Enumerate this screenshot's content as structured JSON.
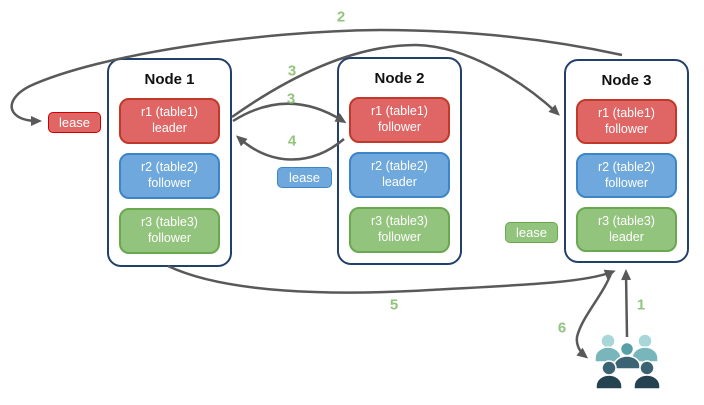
{
  "nodes": [
    {
      "title": "Node 1",
      "replicas": [
        {
          "name": "r1 (table1)",
          "role": "leader"
        },
        {
          "name": "r2 (table2)",
          "role": "follower"
        },
        {
          "name": "r3 (table3)",
          "role": "follower"
        }
      ]
    },
    {
      "title": "Node 2",
      "replicas": [
        {
          "name": "r1 (table1)",
          "role": "follower"
        },
        {
          "name": "r2 (table2)",
          "role": "leader"
        },
        {
          "name": "r3 (table3)",
          "role": "follower"
        }
      ]
    },
    {
      "title": "Node 3",
      "replicas": [
        {
          "name": "r1 (table1)",
          "role": "follower"
        },
        {
          "name": "r2 (table2)",
          "role": "follower"
        },
        {
          "name": "r3 (table3)",
          "role": "leader"
        }
      ]
    }
  ],
  "leases": [
    {
      "label": "lease",
      "replica": "r1"
    },
    {
      "label": "lease",
      "replica": "r2"
    },
    {
      "label": "lease",
      "replica": "r3"
    }
  ],
  "steps": {
    "s1": "1",
    "s2": "2",
    "s3a": "3",
    "s3b": "3",
    "s4": "4",
    "s5": "5",
    "s6": "6"
  },
  "colors": {
    "replica_red": "#e06666",
    "replica_blue": "#6fa8dc",
    "replica_green": "#93c47d",
    "node_border": "#23406a",
    "arrow": "#595959",
    "step_label": "#93c47d",
    "clients_light": "#a9d6d9",
    "clients_medium": "#79b6bc",
    "clients_dark": "#3b6373",
    "clients_darkest": "#24424f"
  },
  "icons": {
    "clients": "clients-group-icon"
  }
}
